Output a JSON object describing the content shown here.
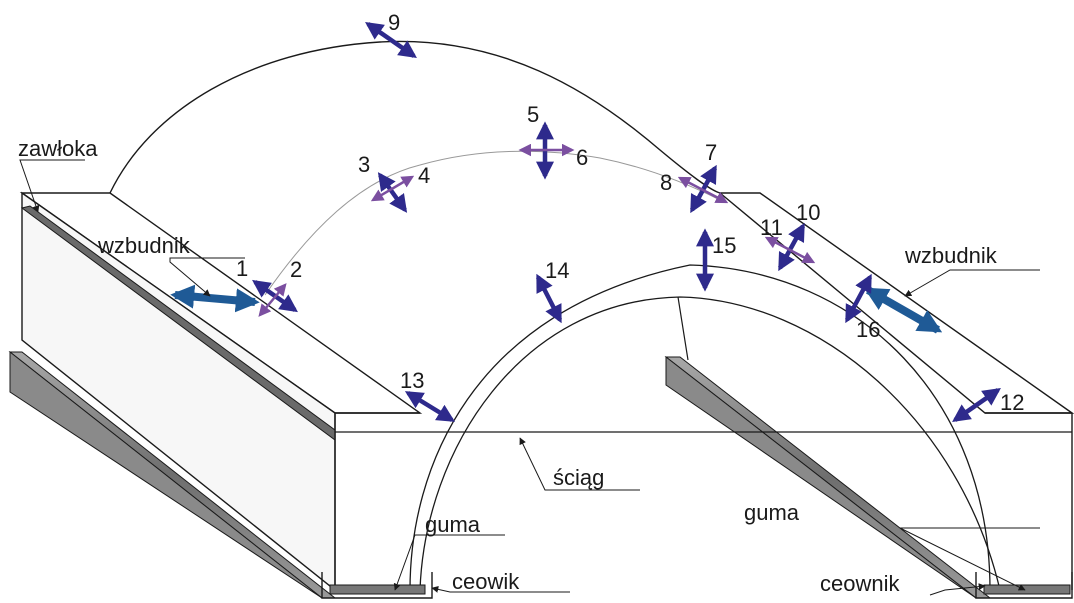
{
  "labels": {
    "zawloka": "zawłoka",
    "wzbudnik_left": "wzbudnik",
    "wzbudnik_right": "wzbudnik",
    "sciag": "ściąg",
    "guma_left": "guma",
    "guma_right": "guma",
    "ceowik": "ceowik",
    "ceownik": "ceownik"
  },
  "points": {
    "p1": "1",
    "p2": "2",
    "p3": "3",
    "p4": "4",
    "p5": "5",
    "p6": "6",
    "p7": "7",
    "p8": "8",
    "p9": "9",
    "p10": "10",
    "p11": "11",
    "p12": "12",
    "p13": "13",
    "p14": "14",
    "p15": "15",
    "p16": "16"
  },
  "colors": {
    "sensor_arrow": "#2e2a8c",
    "minor_arrow": "#7b4fa0",
    "exciter": "#1f5a96",
    "channel": "#808080",
    "outline": "#1a1a1a"
  },
  "icons": {
    "sensor": "double-headed-arrow",
    "exciter": "double-headed-arrow-bar"
  }
}
